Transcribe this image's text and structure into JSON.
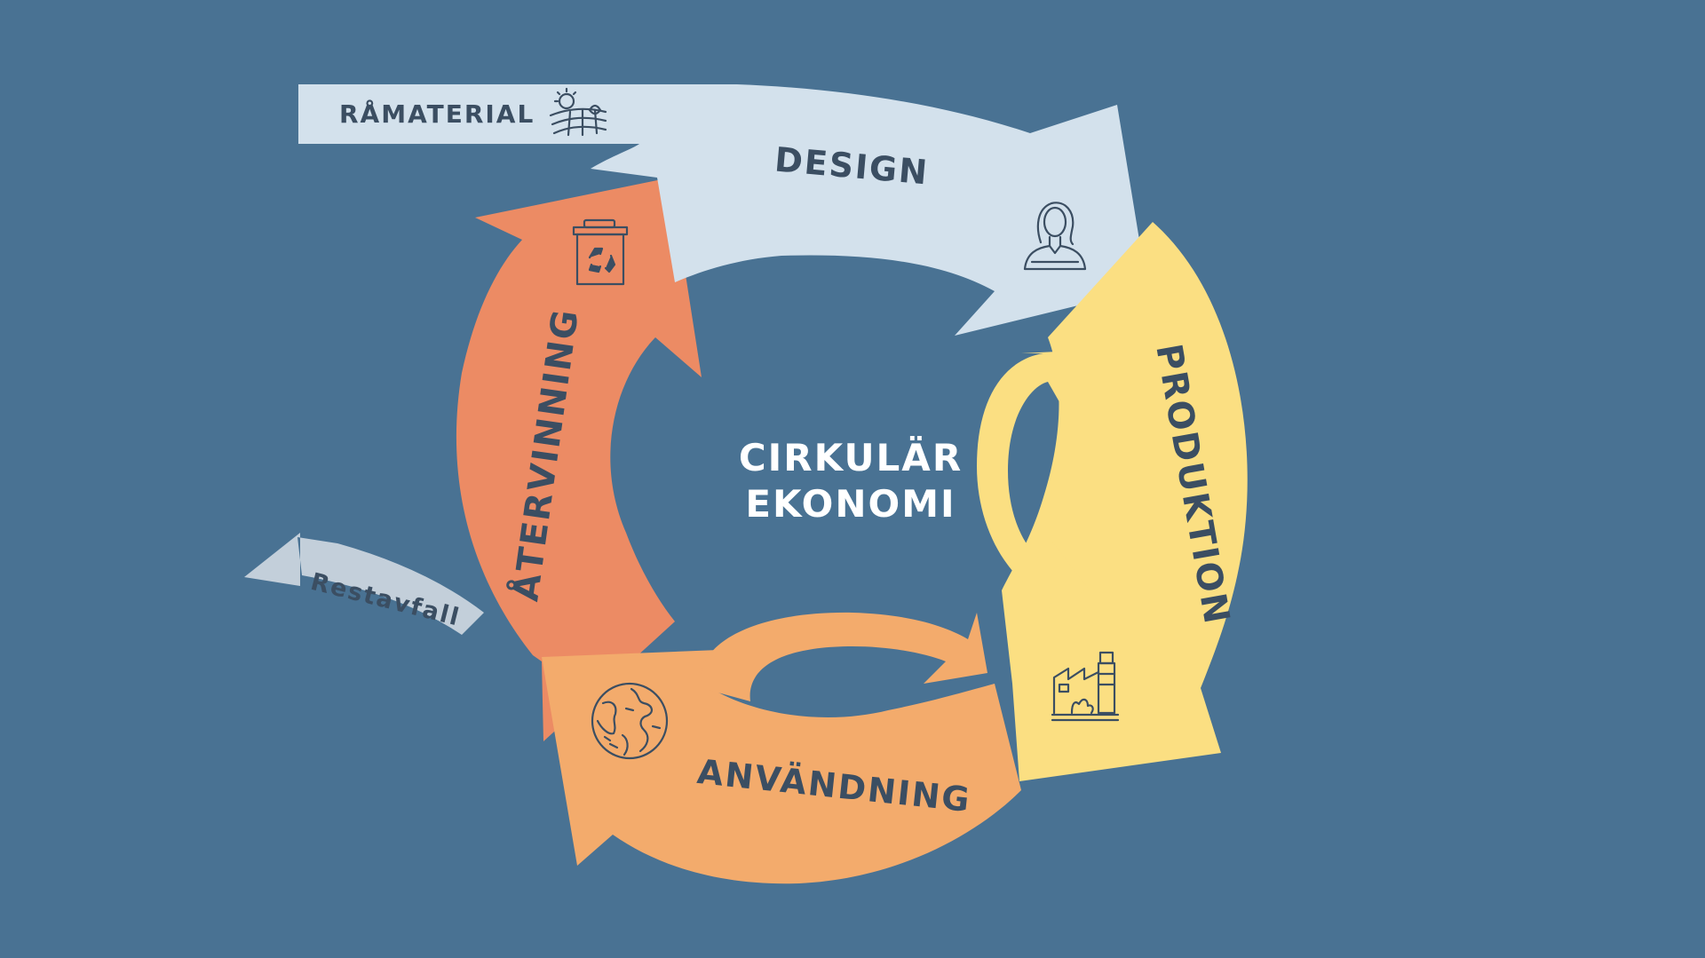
{
  "colors": {
    "background": "#497293",
    "design": "#d3e1ec",
    "produktion": "#fbdf82",
    "anvandning": "#f3ab6c",
    "atervinning": "#ec8b64",
    "restavfall": "#c3cfda",
    "text_dark": "#3b4e62",
    "text_light": "#ffffff"
  },
  "center": {
    "line1": "CIRKULÄR",
    "line2": "EKONOMI"
  },
  "stages": {
    "ramaterial": "RÅMATERIAL",
    "design": "DESIGN",
    "produktion": "PRODUKTION",
    "anvandning": "ANVÄNDNING",
    "atervinning": "ÅTERVINNING",
    "restavfall": "Restavfall"
  },
  "icons": {
    "ramaterial": "field-sun-icon",
    "design": "person-icon",
    "produktion": "factory-icon",
    "anvandning": "globe-icon",
    "atervinning": "recycle-bin-icon"
  }
}
